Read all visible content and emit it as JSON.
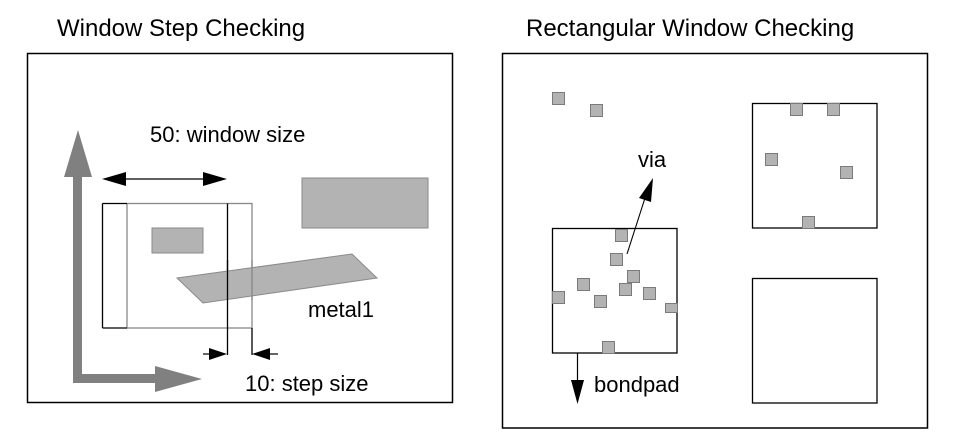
{
  "left_panel": {
    "title": "Window Step Checking",
    "window_size_label": "50: window size",
    "step_size_label": "10: step size",
    "layer_label": "metal1",
    "window_size": 50,
    "step_size": 10,
    "layer_color": "#b3b3b3",
    "axis_arrow_color": "#808080"
  },
  "right_panel": {
    "title": "Rectangular Window Checking",
    "via_label": "via",
    "bondpad_label": "bondpad",
    "via_color": "#b3b3b3"
  }
}
